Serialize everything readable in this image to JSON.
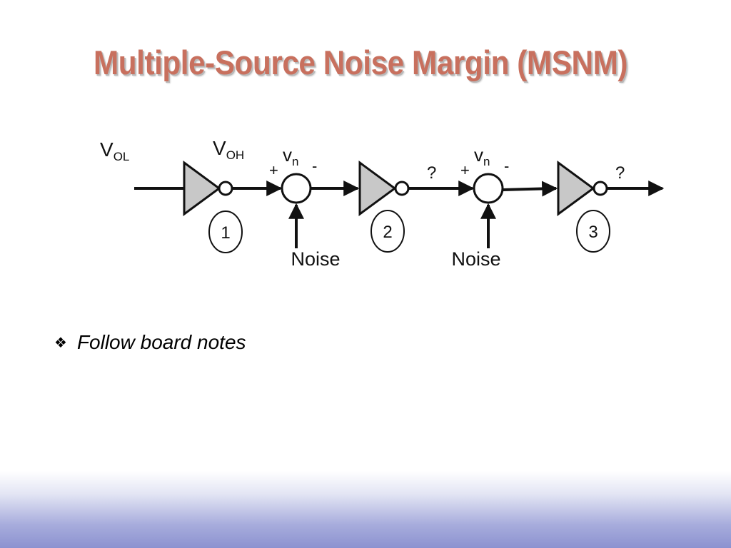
{
  "slide": {
    "title": "Multiple-Source Noise Margin (MSNM)",
    "bullet_icon": "diamond-bullet-icon",
    "bullet_text": "Follow board notes"
  },
  "diagram": {
    "input_label_main": "V",
    "input_label_sub": "OL",
    "output1_label_main": "V",
    "output1_label_sub": "OH",
    "summer1": {
      "plus": "+",
      "minus": "-",
      "v_main": "v",
      "v_sub": "n",
      "noise": "Noise"
    },
    "summer2": {
      "plus": "+",
      "minus": "-",
      "v_main": "v",
      "v_sub": "n",
      "noise": "Noise"
    },
    "unknown_1": "?",
    "unknown_2": "?",
    "inverters": [
      {
        "number": "1"
      },
      {
        "number": "2"
      },
      {
        "number": "3"
      }
    ],
    "colors": {
      "title": "#c8705e",
      "inverter_fill": "#c8c8c8",
      "footer_gradient_end": "#8c92d0"
    }
  }
}
